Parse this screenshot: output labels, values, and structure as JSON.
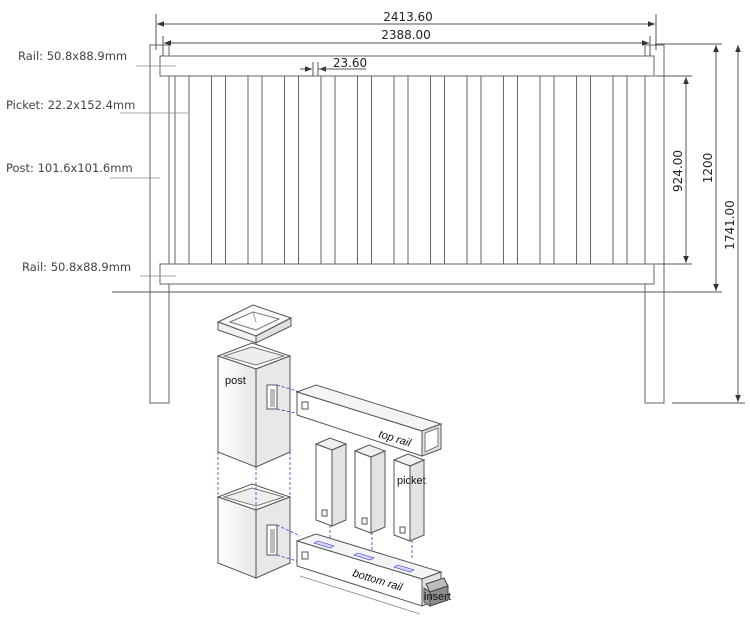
{
  "dimensions": {
    "overall_width": "2413.60",
    "inner_width": "2388.00",
    "picket_gap": "23.60",
    "picket_height": "924.00",
    "panel_height": "1200",
    "total_height": "1741.00"
  },
  "callouts": {
    "top_rail": "Rail:  50.8x88.9mm",
    "picket": "Picket:  22.2x152.4mm",
    "post": "Post: 101.6x101.6mm",
    "bottom_rail": "Rail:  50.8x88.9mm"
  },
  "parts": {
    "post": "post",
    "top_rail": "top rail",
    "picket": "picket",
    "bottom_rail": "bottom rail",
    "insert": "insert"
  },
  "colors": {
    "line": "#555555",
    "assembly_accent": "#3a3ad0",
    "insert_fill": "#9a9a9a"
  }
}
